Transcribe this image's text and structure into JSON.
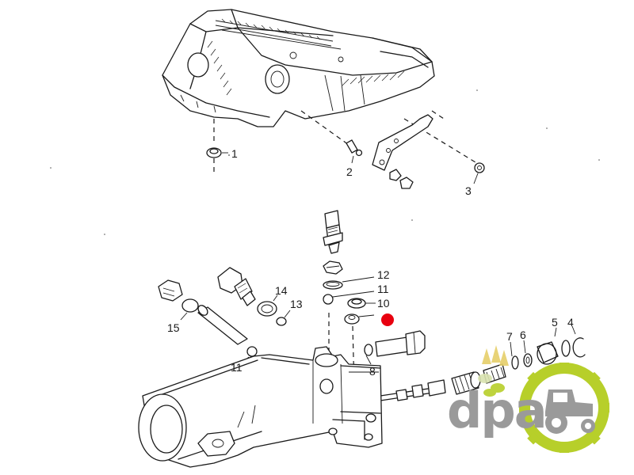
{
  "callouts": [
    {
      "id": "c1",
      "text": "1"
    },
    {
      "id": "c2",
      "text": "2"
    },
    {
      "id": "c3",
      "text": "3"
    },
    {
      "id": "c4",
      "text": "4"
    },
    {
      "id": "c5",
      "text": "5"
    },
    {
      "id": "c6",
      "text": "6"
    },
    {
      "id": "c7",
      "text": "7"
    },
    {
      "id": "c8",
      "text": "8"
    },
    {
      "id": "c10",
      "text": "10"
    },
    {
      "id": "c11a",
      "text": "11"
    },
    {
      "id": "c11b",
      "text": "11"
    },
    {
      "id": "c12",
      "text": "12"
    },
    {
      "id": "c13",
      "text": "13"
    },
    {
      "id": "c14",
      "text": "14"
    },
    {
      "id": "c15",
      "text": "15"
    }
  ],
  "logo": {
    "text": "dpa",
    "green": "#b7cf2a",
    "grey": "#9a9a9a"
  },
  "marker": {
    "color": "#e8000f"
  }
}
